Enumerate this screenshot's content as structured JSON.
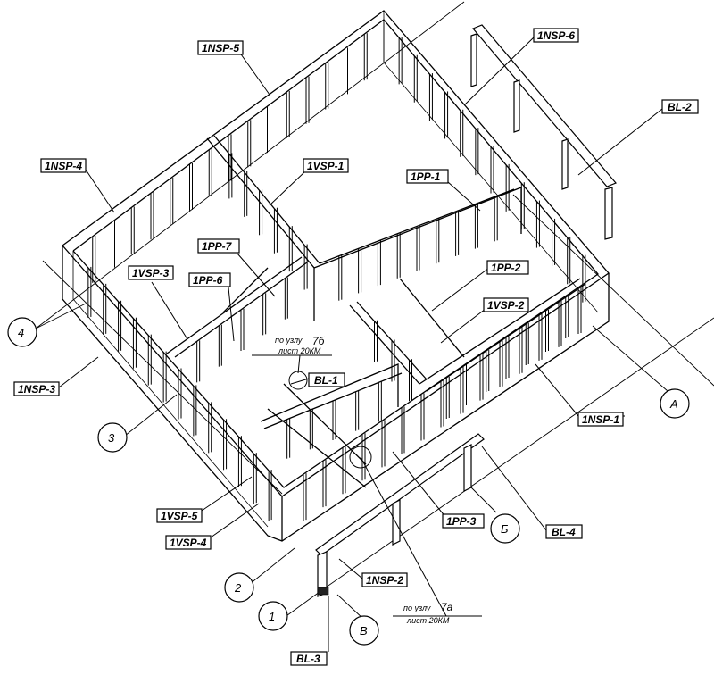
{
  "labels": {
    "nsp5": "1NSP-5",
    "nsp6": "1NSP-6",
    "bl2": "BL-2",
    "nsp4": "1NSP-4",
    "vsp1": "1VSP-1",
    "pp1": "1PP-1",
    "pp7": "1PP-7",
    "vsp3": "1VSP-3",
    "pp6": "1PP-6",
    "pp2": "1PP-2",
    "vsp2": "1VSP-2",
    "nsp3": "1NSP-3",
    "bl1": "BL-1",
    "nsp1": "1NSP-1",
    "vsp5": "1VSP-5",
    "vsp4": "1VSP-4",
    "pp3": "1PP-3",
    "bl4": "BL-4",
    "nsp2": "1NSP-2",
    "bl3": "BL-3"
  },
  "axes": {
    "a4": "4",
    "a3": "3",
    "a2": "2",
    "a1": "1",
    "aA": "А",
    "aB": "Б",
    "aV": "В"
  },
  "notes": {
    "node_b_line1": "по узлу",
    "node_b_num": "7б",
    "node_b_line2": "лист 20КМ",
    "node_a_line1": "по узлу",
    "node_a_num": "7а",
    "node_a_line2": "лист 20КМ"
  }
}
